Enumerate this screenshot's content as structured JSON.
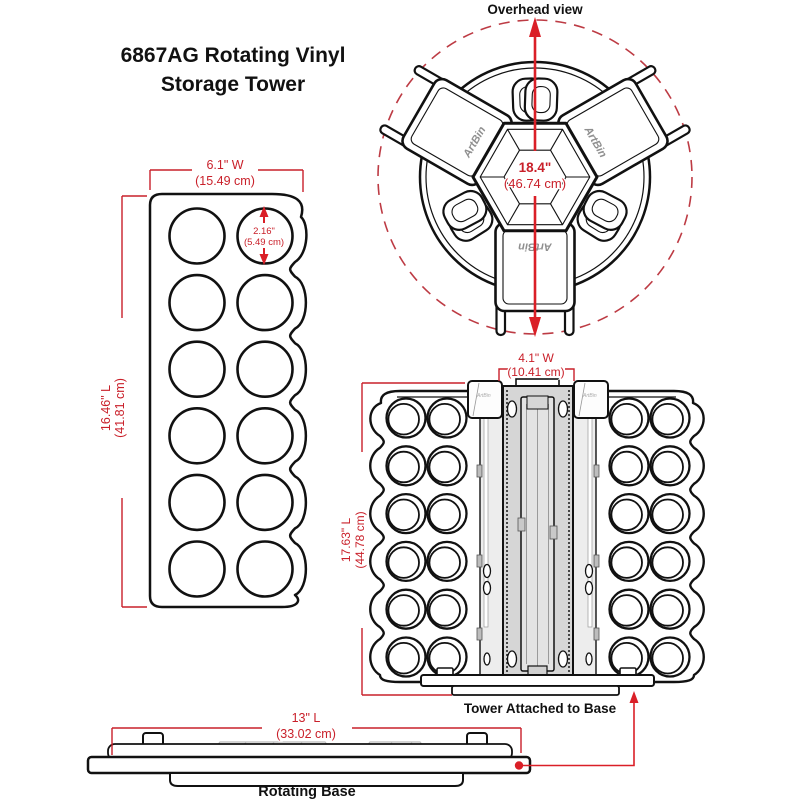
{
  "title": {
    "line1": "6867AG Rotating Vinyl",
    "line2": "Storage Tower"
  },
  "brand": "ArtBin",
  "overhead": {
    "label": "Overhead view",
    "diameter_in": "18.4\"",
    "diameter_cm": "(46.74 cm)"
  },
  "tray_panel": {
    "width_in": "6.1\" W",
    "width_cm": "(15.49 cm)",
    "length_in": "16.46\" L",
    "length_cm": "(41.81 cm)",
    "hole_in": "2.16\"",
    "hole_cm": "(5.49 cm)",
    "rows": 6,
    "cols": 2
  },
  "tower": {
    "width_in": "4.1\" W",
    "width_cm": "(10.41 cm)",
    "length_in": "17.63\" L",
    "length_cm": "(44.78 cm)",
    "caption": "Tower Attached to Base"
  },
  "base": {
    "length_in": "13\" L",
    "length_cm": "(33.02 cm)",
    "caption": "Rotating Base"
  },
  "colors": {
    "dimension_red": "#c9202a",
    "arrow_red": "#da1f27",
    "line_black": "#111111"
  }
}
